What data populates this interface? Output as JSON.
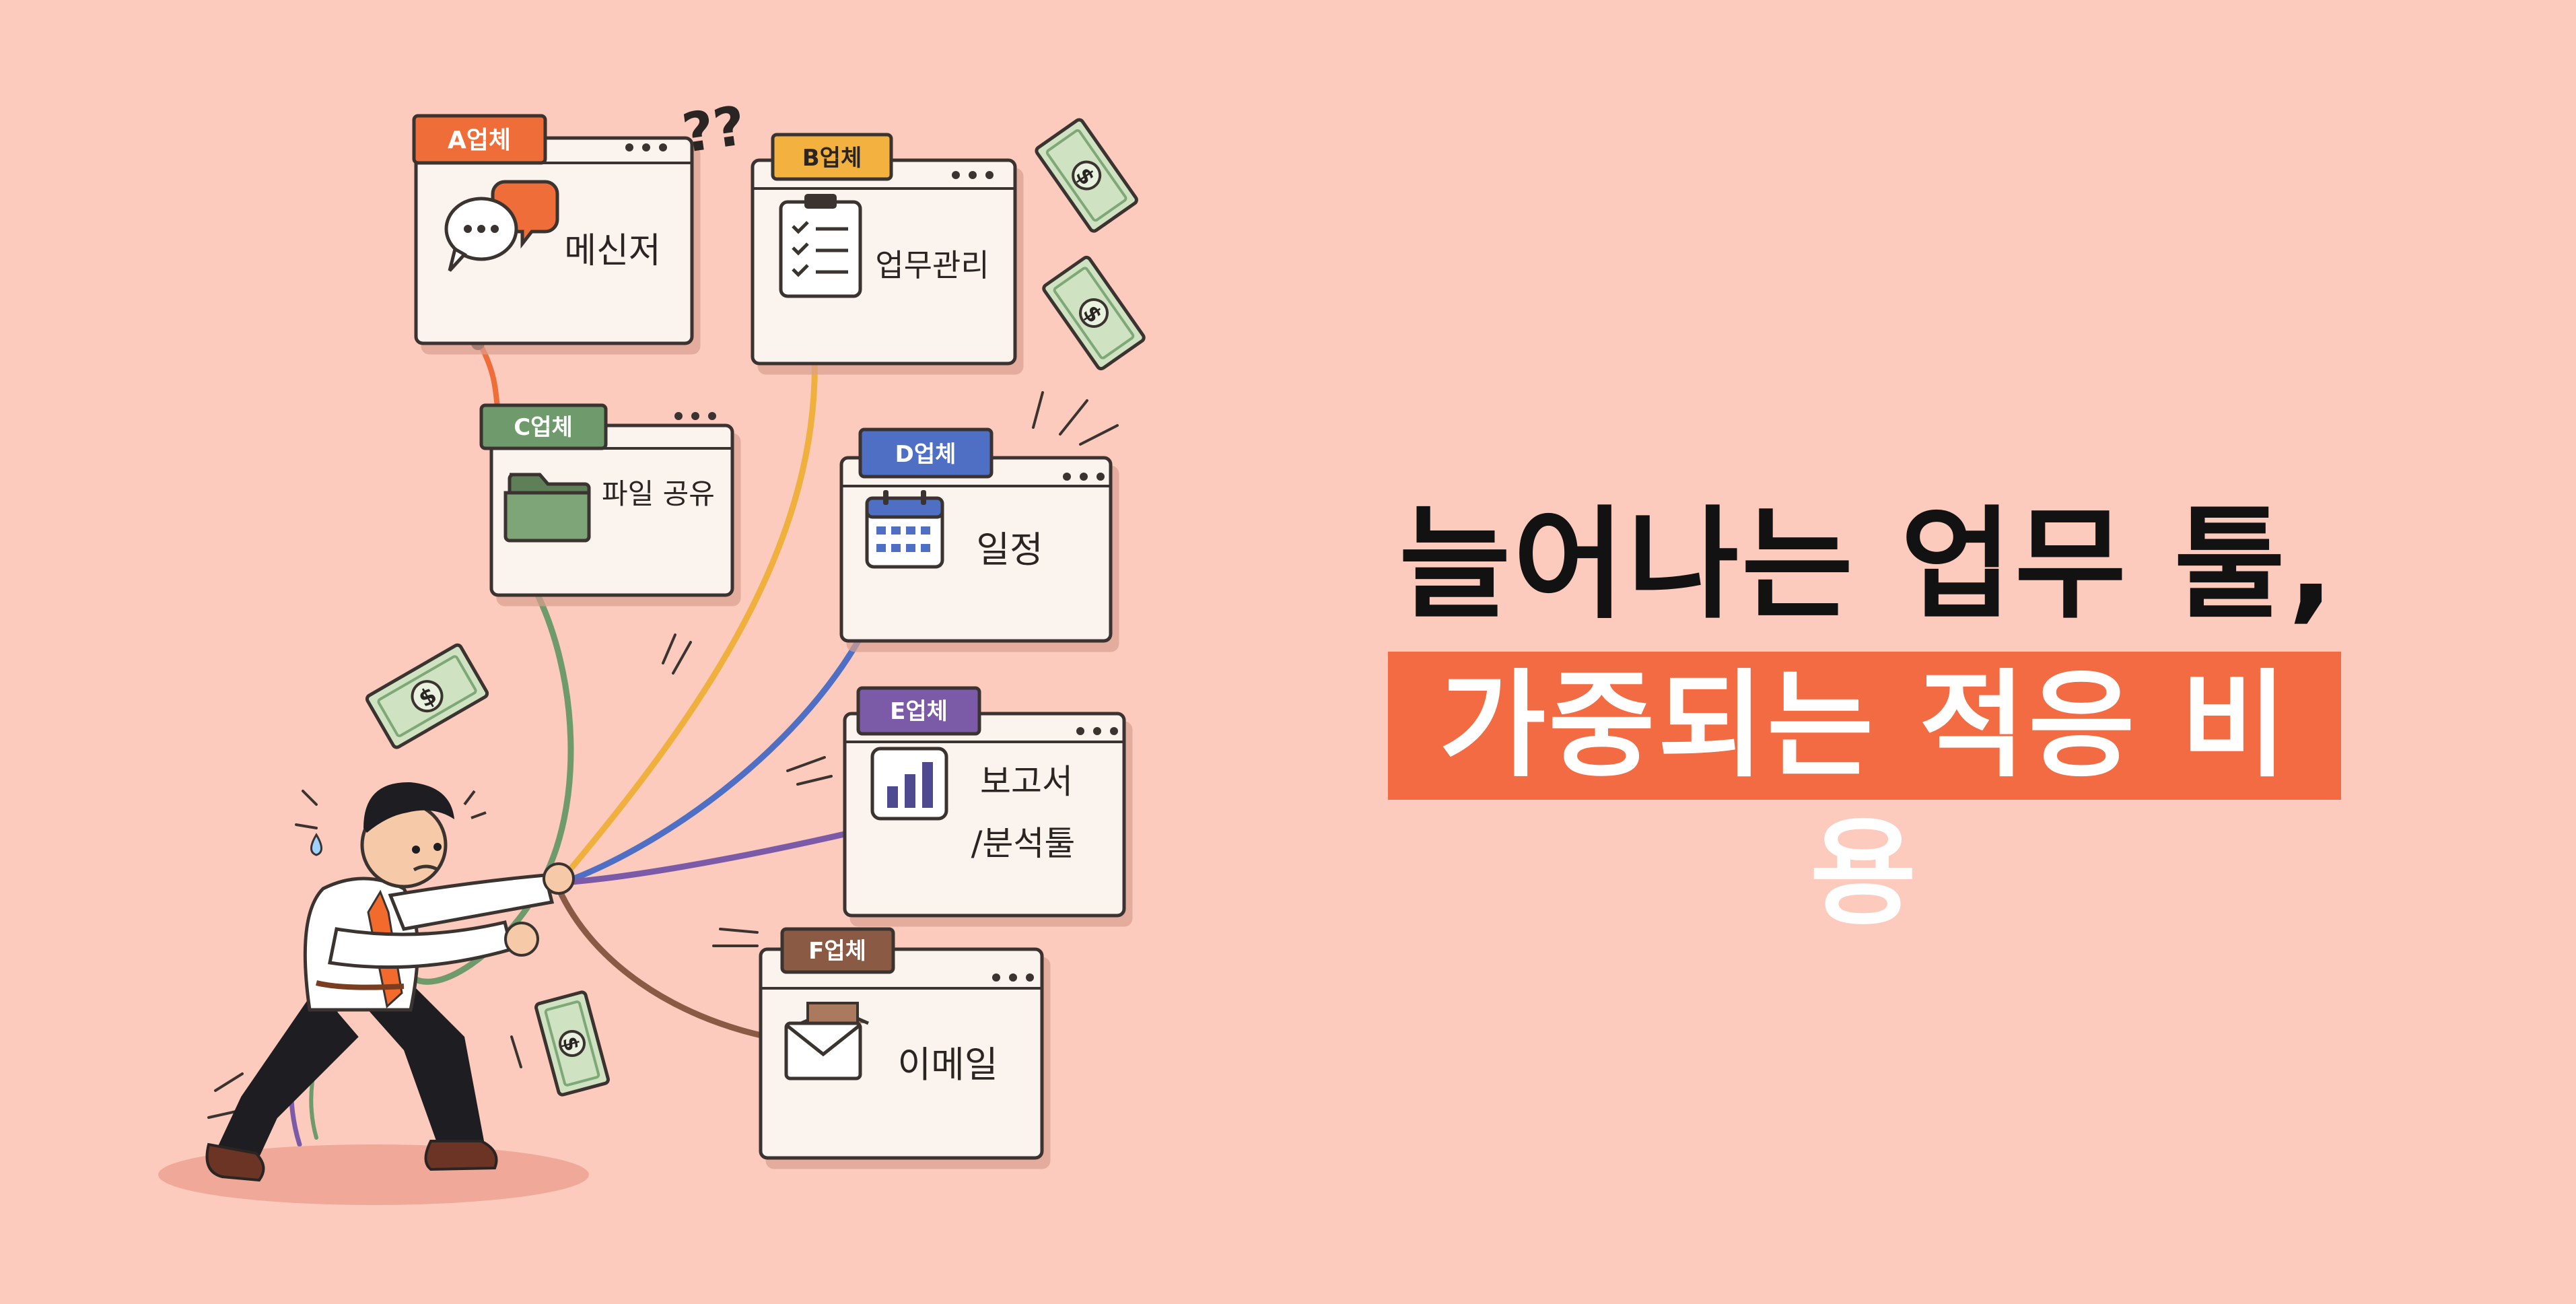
{
  "headline": {
    "line1": "늘어나는 업무 툴,",
    "line2": "가중되는 적응 비용"
  },
  "windows": [
    {
      "vendor": "A업체",
      "label": "메신저",
      "tab_color": "#ef6d39"
    },
    {
      "vendor": "B업체",
      "label": "업무관리",
      "tab_color": "#f3b23f"
    },
    {
      "vendor": "C업체",
      "label": "파일 공유",
      "tab_color": "#6f9a6b"
    },
    {
      "vendor": "D업체",
      "label": "일정",
      "tab_color": "#4f6fc4"
    },
    {
      "vendor": "E업체",
      "label_line1": "보고서",
      "label_line2": "/분석툴",
      "tab_color": "#7b5aa8"
    },
    {
      "vendor": "F업체",
      "label": "이메일",
      "tab_color": "#8a5a44"
    }
  ],
  "question_marks": "??",
  "money_symbol": "$",
  "colors": {
    "background": "#fccbbd",
    "accent": "#f26b43",
    "headline_text": "#121212",
    "window_bg": "#fbf3ee",
    "outline": "#3a3330"
  },
  "icons": [
    "chat-bubbles-icon",
    "clipboard-checklist-icon",
    "folder-icon",
    "calendar-icon",
    "bar-chart-icon",
    "envelope-icon",
    "dollar-bill-icon"
  ]
}
